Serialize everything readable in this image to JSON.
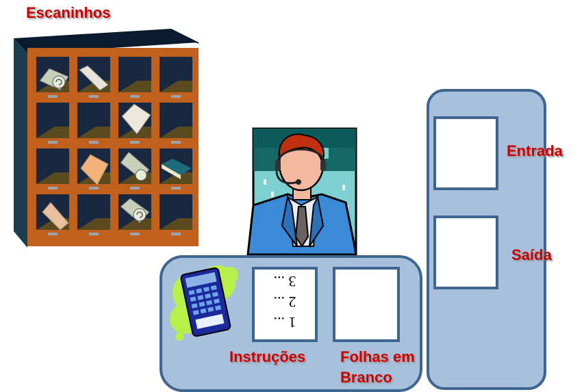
{
  "labels": {
    "escaninhos": "Escaninhos",
    "entrada": "Entrada",
    "saida": "Saída",
    "instrucoes": "Instruções",
    "folhas_line1": "Folhas em",
    "folhas_line2": "Branco"
  },
  "instructions_list": [
    "1 ...",
    "2 ...",
    "3 ..."
  ],
  "icons": {
    "pigeonholes": "pigeonhole-shelf-icon",
    "operator": "operator-headset-person-icon",
    "calculator": "calculator-icon"
  },
  "colors": {
    "label_red": "#cc0000",
    "panel_fill": "#a7c0dc",
    "panel_border": "#3f6591",
    "shelf_wood": "#c0601c",
    "shelf_dark": "#14233a"
  }
}
